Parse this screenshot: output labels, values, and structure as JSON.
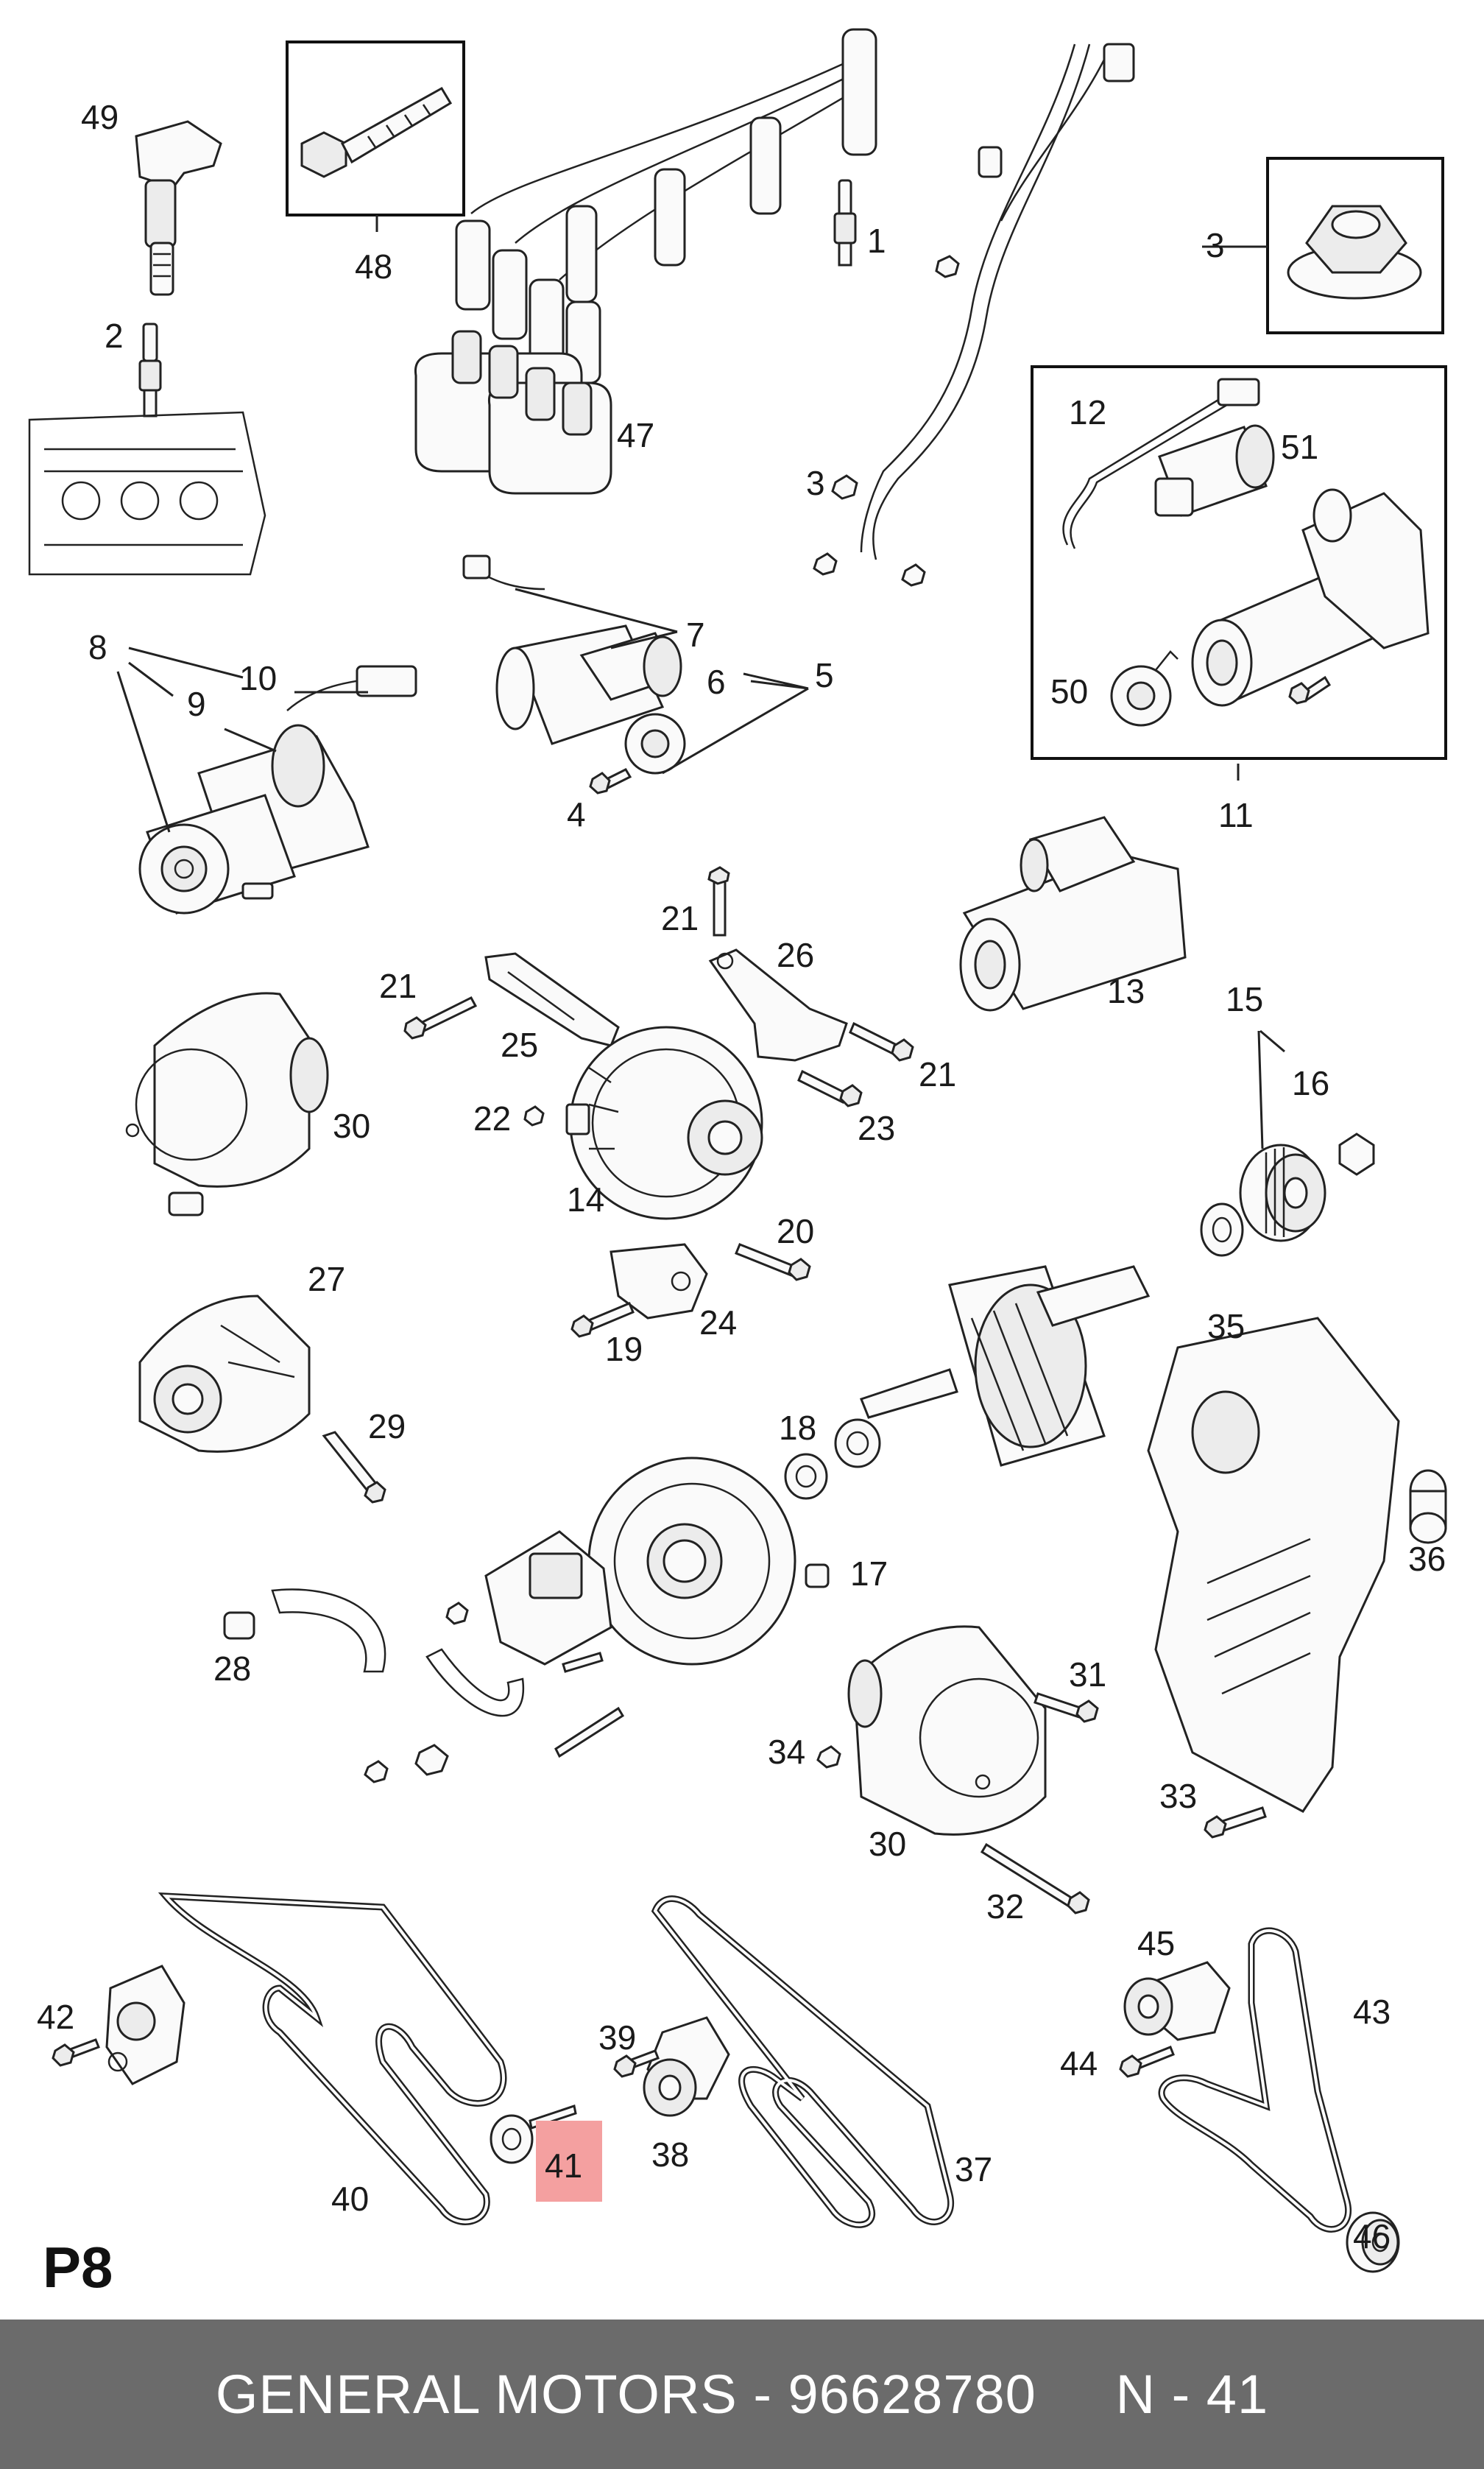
{
  "page_code": "P8",
  "highlighted_part": "41",
  "highlight_color": "#f4a0a0",
  "footer": {
    "text": "GENERAL MOTORS - 96628780     N - 41",
    "background": "#6b6b6b",
    "color": "#ffffff"
  },
  "callouts": [
    "1",
    "2",
    "3",
    "4",
    "5",
    "6",
    "7",
    "8",
    "9",
    "10",
    "11",
    "12",
    "13",
    "14",
    "15",
    "16",
    "17",
    "18",
    "19",
    "20",
    "21",
    "22",
    "23",
    "24",
    "25",
    "26",
    "27",
    "28",
    "29",
    "30",
    "31",
    "32",
    "33",
    "34",
    "35",
    "36",
    "37",
    "38",
    "39",
    "40",
    "41",
    "42",
    "43",
    "44",
    "45",
    "46",
    "47",
    "48",
    "49",
    "50",
    "51"
  ],
  "label_3_repeat": "3",
  "label_21_repeat_a": "21",
  "label_21_repeat_b": "21",
  "label_30_repeat": "30"
}
